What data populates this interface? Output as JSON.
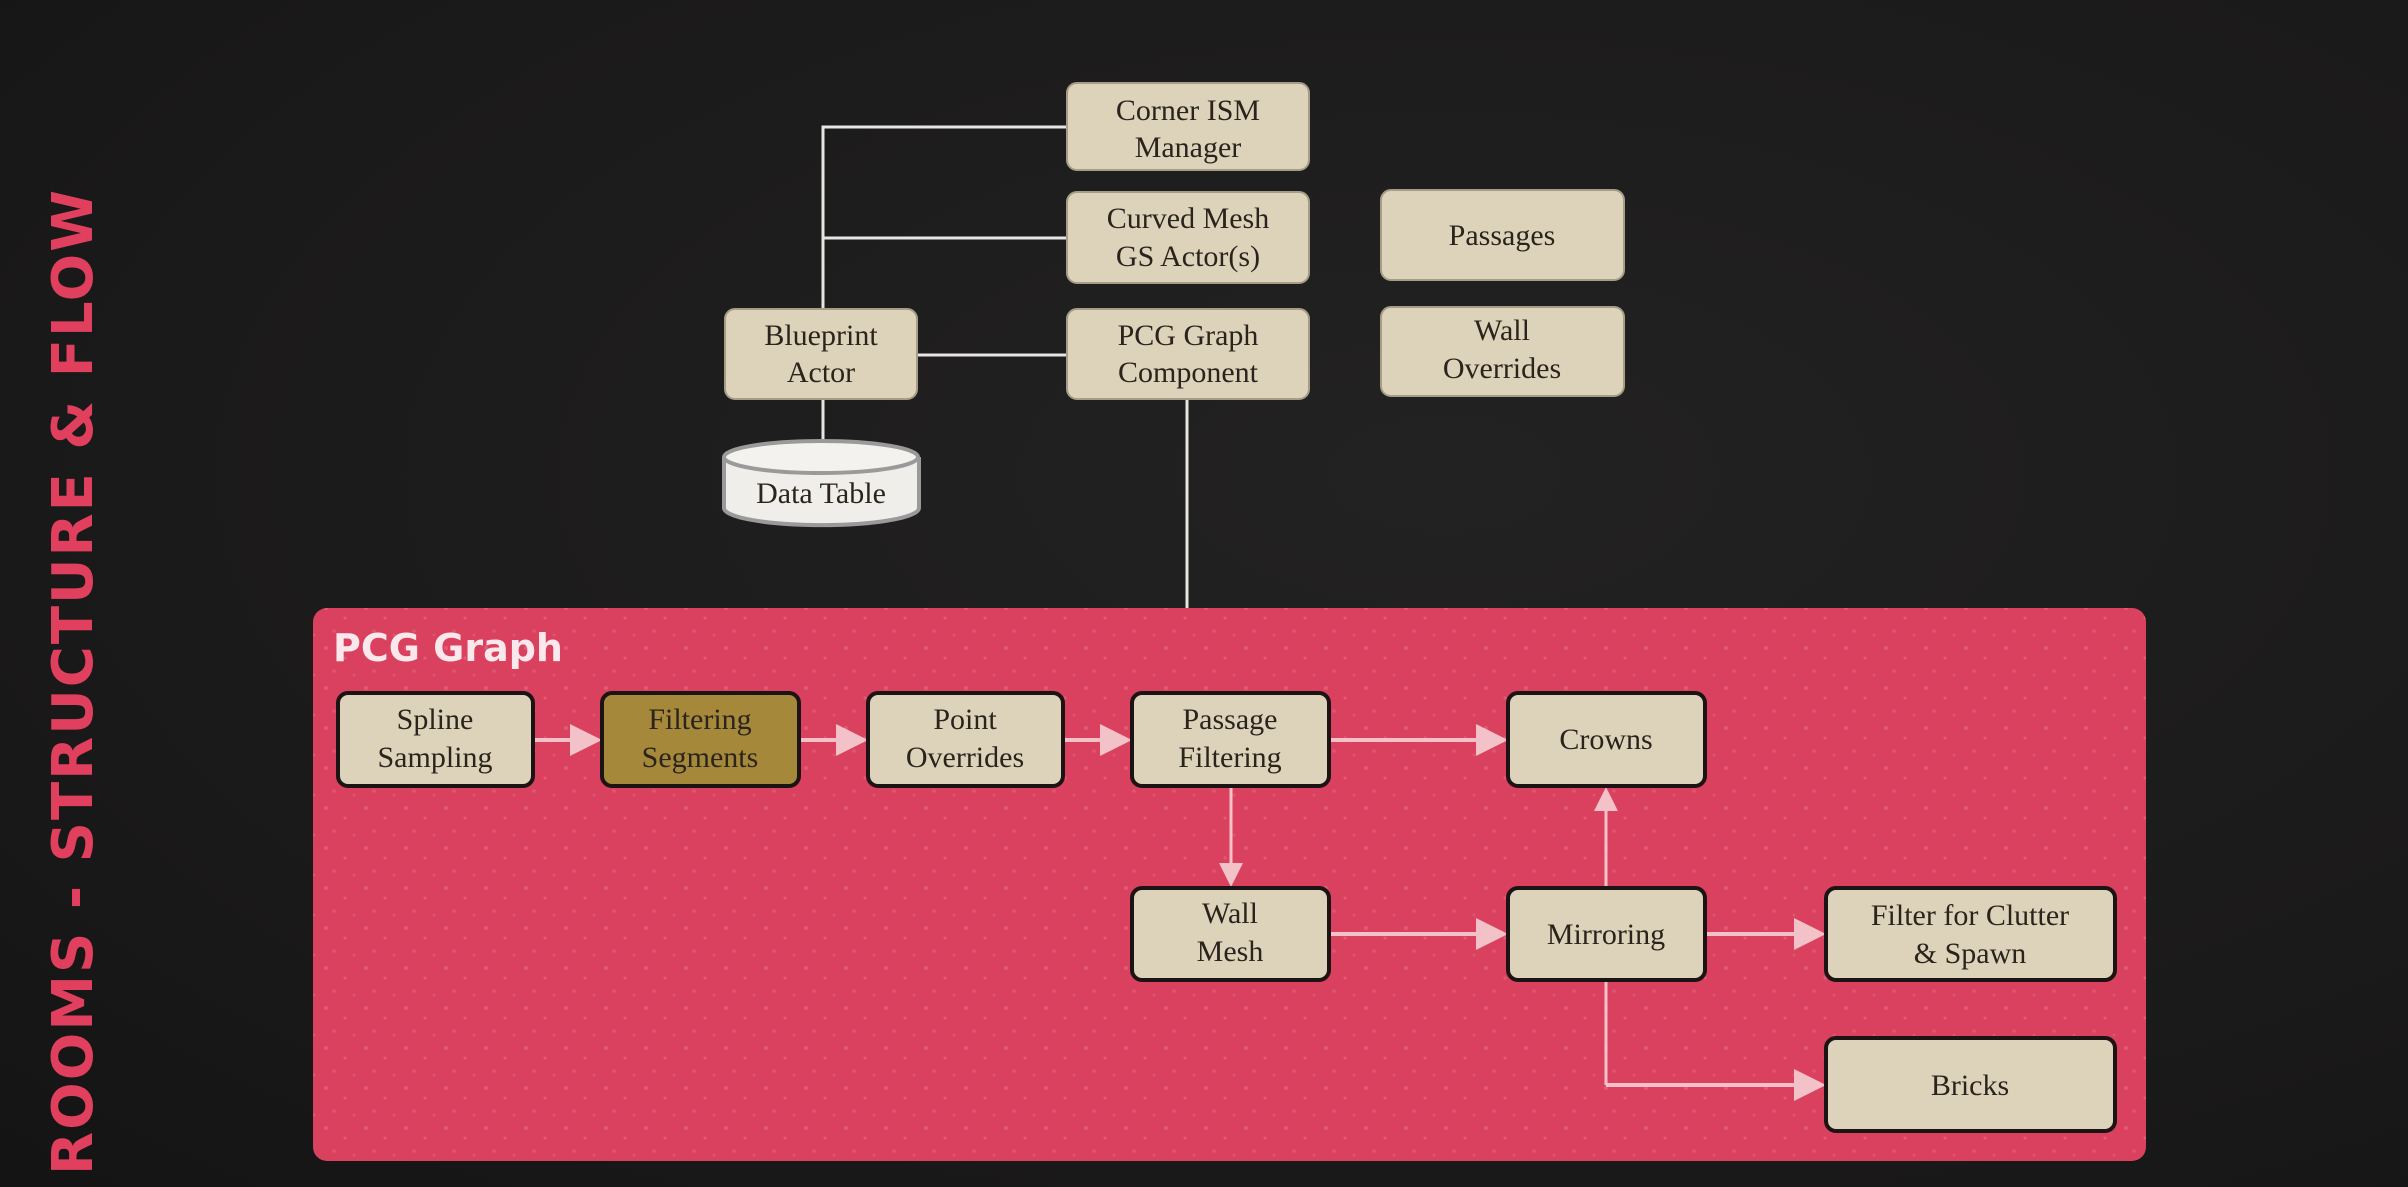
{
  "side_title": "ROOMS - STRUCTURE & FLOW",
  "top_nodes": {
    "corner_ism": [
      "Corner ISM",
      "Manager"
    ],
    "curved_mesh": [
      "Curved Mesh",
      "GS Actor(s)"
    ],
    "passages": [
      "Passages"
    ],
    "wall_overrides": [
      "Wall",
      "Overrides"
    ],
    "blueprint": [
      "Blueprint",
      "Actor"
    ],
    "pcg_component": [
      "PCG Graph",
      "Component"
    ],
    "data_table": "Data Table"
  },
  "pcg_graph": {
    "title": "PCG Graph",
    "nodes": {
      "spline": [
        "Spline",
        "Sampling"
      ],
      "filtering": [
        "Filtering",
        "Segments"
      ],
      "point": [
        "Point",
        "Overrides"
      ],
      "passage": [
        "Passage",
        "Filtering"
      ],
      "crowns": [
        "Crowns"
      ],
      "wall_mesh": [
        "Wall",
        "Mesh"
      ],
      "mirroring": [
        "Mirroring"
      ],
      "clutter": [
        "Filter for Clutter",
        "& Spawn"
      ],
      "bricks": [
        "Bricks"
      ]
    }
  },
  "colors": {
    "accent": "#e0405e",
    "panel": "#d9415e",
    "node": "#ddd3bb",
    "highlight": "#a5883a"
  }
}
